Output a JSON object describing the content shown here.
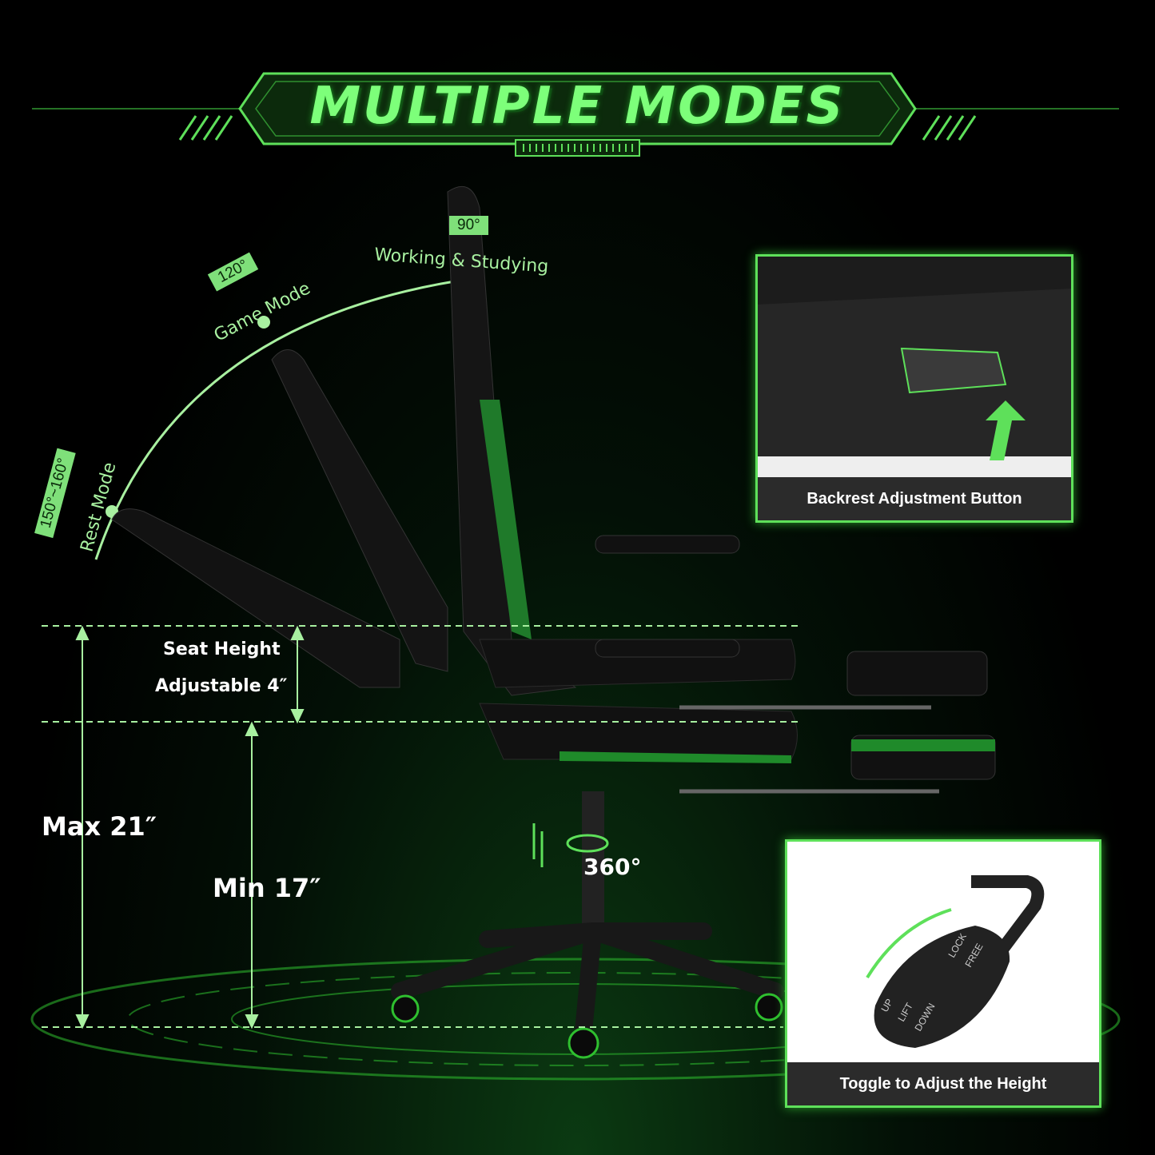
{
  "title": "MULTIPLE MODES",
  "recline_modes": [
    {
      "angle": "90°",
      "label": "Working & Studying"
    },
    {
      "angle": "120°",
      "label": "Game Mode"
    },
    {
      "angle": "150°~160°",
      "label": "Rest Mode"
    }
  ],
  "seat_height": {
    "adjustable_label_line1": "Seat Height",
    "adjustable_label_line2": "Adjustable 4″",
    "max": "Max 21″",
    "min": "Min 17″"
  },
  "swivel": "360°",
  "insets": {
    "backrest_caption": "Backrest Adjustment Button",
    "height_caption": "Toggle to Adjust the Height",
    "lever_text": [
      "FREE",
      "LOCK",
      "UP",
      "LIFT",
      "DOWN"
    ]
  },
  "colors": {
    "accent": "#5ee05a",
    "tag": "#7fe07a",
    "background": "#000000"
  }
}
